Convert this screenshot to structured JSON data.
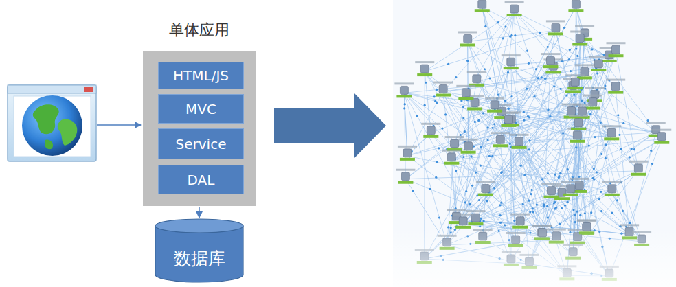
{
  "diagram": {
    "nodes": [
      {
        "text": [
          "单体应用"
        ]
      },
      {
        "text": [
          "HTML/JS"
        ],
        "in": 0
      },
      {
        "text": [
          "MVC"
        ],
        "in": 0
      },
      {
        "text": [
          "Service"
        ],
        "in": 0
      },
      {
        "text": [
          "DAL"
        ],
        "in": 0
      },
      {
        "text": [
          "数据库"
        ]
      }
    ],
    "edges": [
      {
        "from": 0,
        "to": 5,
        "arrow": "to"
      }
    ]
  }
}
